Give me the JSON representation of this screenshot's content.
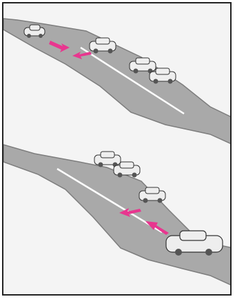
{
  "colors": {
    "background": "#f4f4f4",
    "road": "#a9a9a9",
    "road_edge": "#7d7d7d",
    "lane_line": "#ffffff",
    "car_body": "#eeeeee",
    "car_outline": "#333333",
    "arrow": "#e8368f",
    "frame": "#222222"
  },
  "panels": [
    {
      "name": "top-panel",
      "arrows": [
        "arrow-toward-lane-right",
        "arrow-toward-lane-left"
      ]
    },
    {
      "name": "bottom-panel",
      "arrows": [
        "arrow-merge-left",
        "arrow-merge-right"
      ]
    }
  ]
}
